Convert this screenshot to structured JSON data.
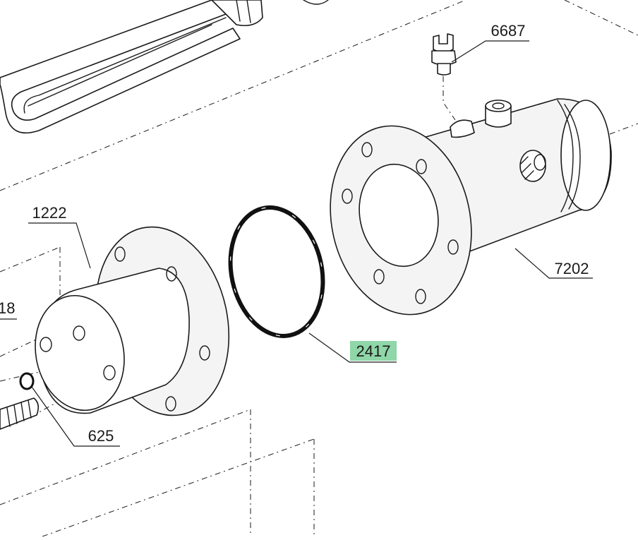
{
  "diagram": {
    "callouts": [
      {
        "id": "6687",
        "label": "6687"
      },
      {
        "id": "1222",
        "label": "1222"
      },
      {
        "id": "18",
        "label": "18"
      },
      {
        "id": "7202",
        "label": "7202"
      },
      {
        "id": "2417",
        "label": "2417",
        "highlighted": true
      },
      {
        "id": "625",
        "label": "625"
      }
    ],
    "highlight_color": "#8fd6a8"
  }
}
